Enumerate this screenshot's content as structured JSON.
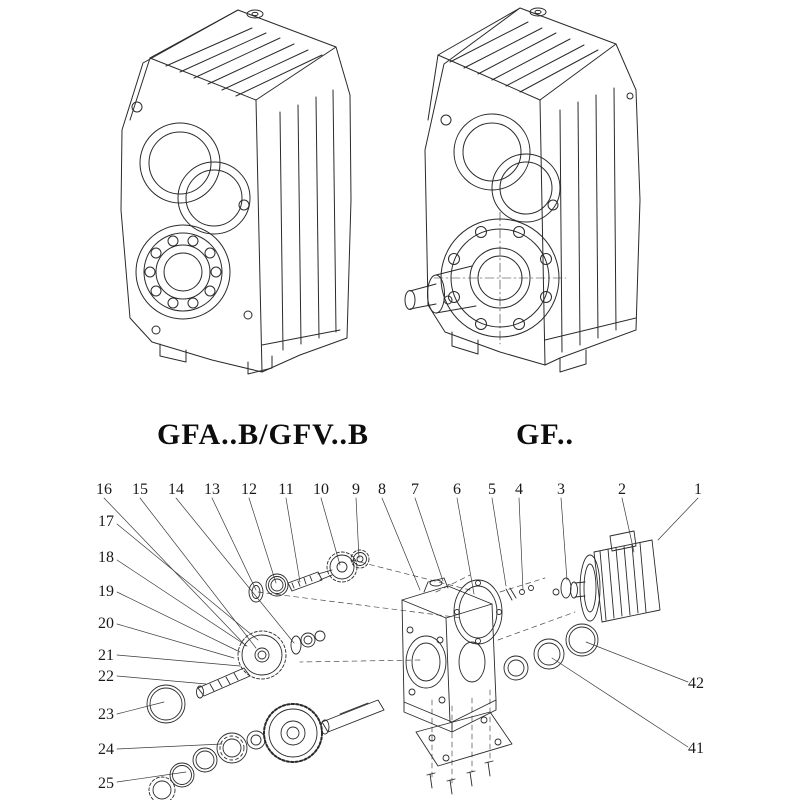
{
  "figures": {
    "left": {
      "caption": "GFA..B/GFV..B"
    },
    "right": {
      "caption": "GF.."
    }
  },
  "exploded": {
    "top_numbers": [
      "16",
      "15",
      "14",
      "13",
      "12",
      "11",
      "10",
      "9",
      "8",
      "7",
      "6",
      "5",
      "4",
      "3",
      "2",
      "1"
    ],
    "left_numbers": [
      "17",
      "18",
      "19",
      "20",
      "21",
      "22",
      "23",
      "24",
      "25"
    ],
    "right_numbers": [
      "42",
      "41"
    ]
  },
  "colors": {
    "line": "#2a2a2a",
    "text": "#111111",
    "background": "#ffffff"
  }
}
